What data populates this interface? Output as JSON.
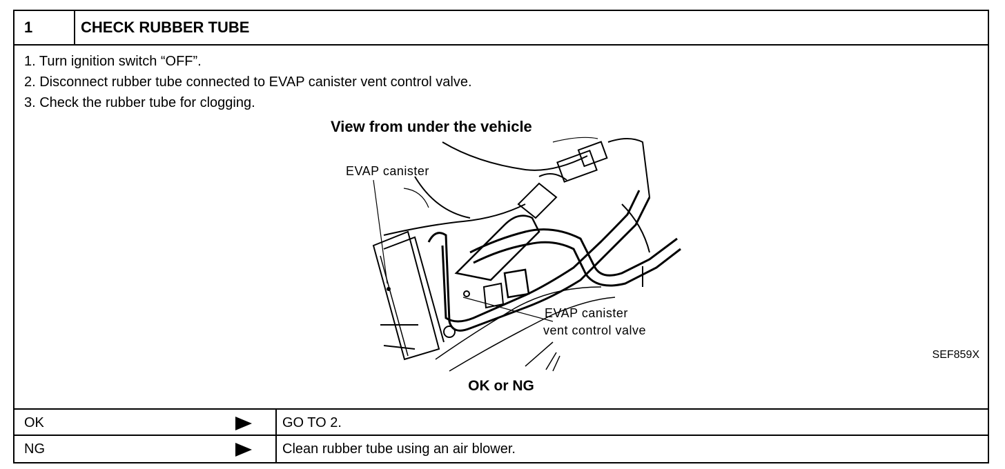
{
  "header": {
    "step_number": "1",
    "title": "CHECK RUBBER TUBE"
  },
  "instructions": [
    "1. Turn ignition switch “OFF”.",
    "2. Disconnect rubber tube connected to EVAP canister vent control valve.",
    "3. Check the rubber tube for clogging."
  ],
  "figure": {
    "title": "View from under the vehicle",
    "label_canister": "EVAP canister",
    "label_valve_line1": "EVAP canister",
    "label_valve_line2": "vent control valve",
    "code": "SEF859X"
  },
  "verdict": {
    "heading": "OK or NG",
    "rows": [
      {
        "condition": "OK",
        "action": "GO TO 2."
      },
      {
        "condition": "NG",
        "action": "Clean rubber tube using an air blower."
      }
    ]
  }
}
